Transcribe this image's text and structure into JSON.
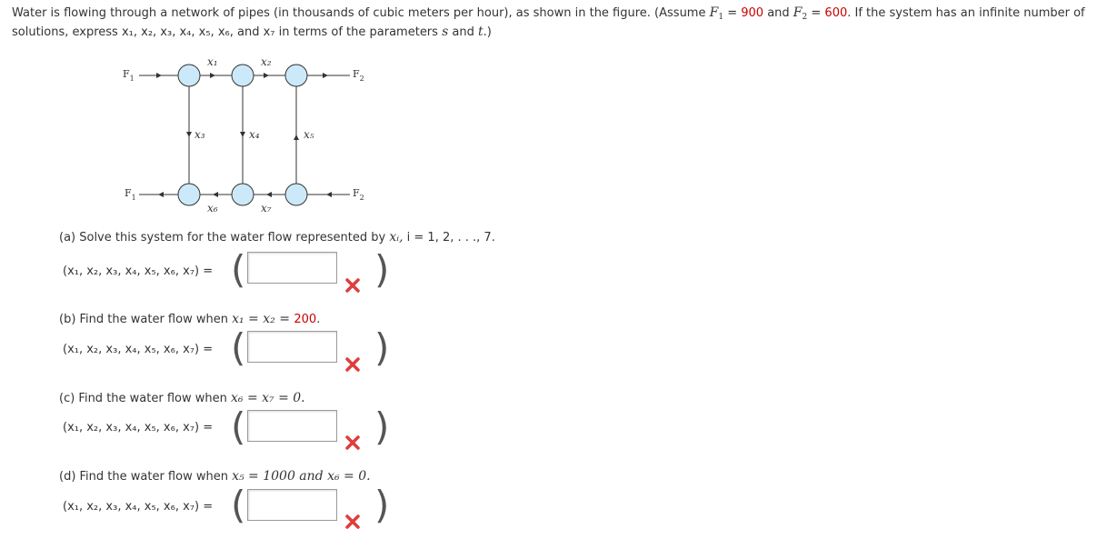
{
  "intro": {
    "line1_a": "Water is flowing through a network of pipes (in thousands of cubic meters per hour), as shown in the figure. (Assume ",
    "f1_var": "F",
    "f1_sub": "1",
    "f1_eq": " = ",
    "f1_value": "900",
    "and": " and ",
    "f2_var": "F",
    "f2_sub": "2",
    "f2_eq": " = ",
    "f2_value": "600",
    "line1_b": ".  If the system has an infinite number of",
    "line2_a": "solutions, express ",
    "line2_vars": "x₁, x₂, x₃, x₄, x₅, x₆,",
    "line2_and": " and ",
    "line2_x7": "x₇",
    "line2_b": " in terms of the parameters ",
    "param_s": "s",
    "line2_and2": " and ",
    "param_t": "t",
    "line2_c": ".)"
  },
  "diagram": {
    "labels": {
      "x1": "x₁",
      "x2": "x₂",
      "x3": "x₃",
      "x4": "x₄",
      "x5": "x₅",
      "x6": "x₆",
      "x7": "x₇",
      "F1_top": "F",
      "F1_top_sub": "1",
      "F2_top": "F",
      "F2_top_sub": "2",
      "F1_bot": "F",
      "F1_bot_sub": "1",
      "F2_bot": "F",
      "F2_bot_sub": "2"
    },
    "node_fill": "#cce9f9",
    "line_color": "#333333"
  },
  "parts": [
    {
      "question_a": "(a) Solve this system for the water flow represented by ",
      "question_var": "xᵢ,",
      "question_b": "  i = 1, 2, . . ., 7.",
      "tuple": "(x₁, x₂, x₃, x₄, x₅, x₆, x₇) =",
      "answer": ""
    },
    {
      "question_a": "(b) Find the water flow when ",
      "question_var": " x₁ = x₂ = ",
      "question_value": "200",
      "question_b": ".",
      "tuple": "(x₁, x₂, x₃, x₄, x₅, x₆, x₇) =",
      "answer": ""
    },
    {
      "question_a": "(c) Find the water flow when ",
      "question_var": " x₆ = x₇ = 0.",
      "tuple": "(x₁, x₂, x₃, x₄, x₅, x₆, x₇) =",
      "answer": ""
    },
    {
      "question_a": "(d) Find the water flow when ",
      "question_var": " x₅ = 1000  and  x₆ = 0.",
      "tuple": "(x₁, x₂, x₃, x₄, x₅, x₆, x₇) =",
      "answer": ""
    }
  ],
  "colors": {
    "highlight": "#cc0000",
    "wrong_mark": "#e03c3c"
  },
  "icons": {
    "wrong": "incorrect-x-icon"
  }
}
